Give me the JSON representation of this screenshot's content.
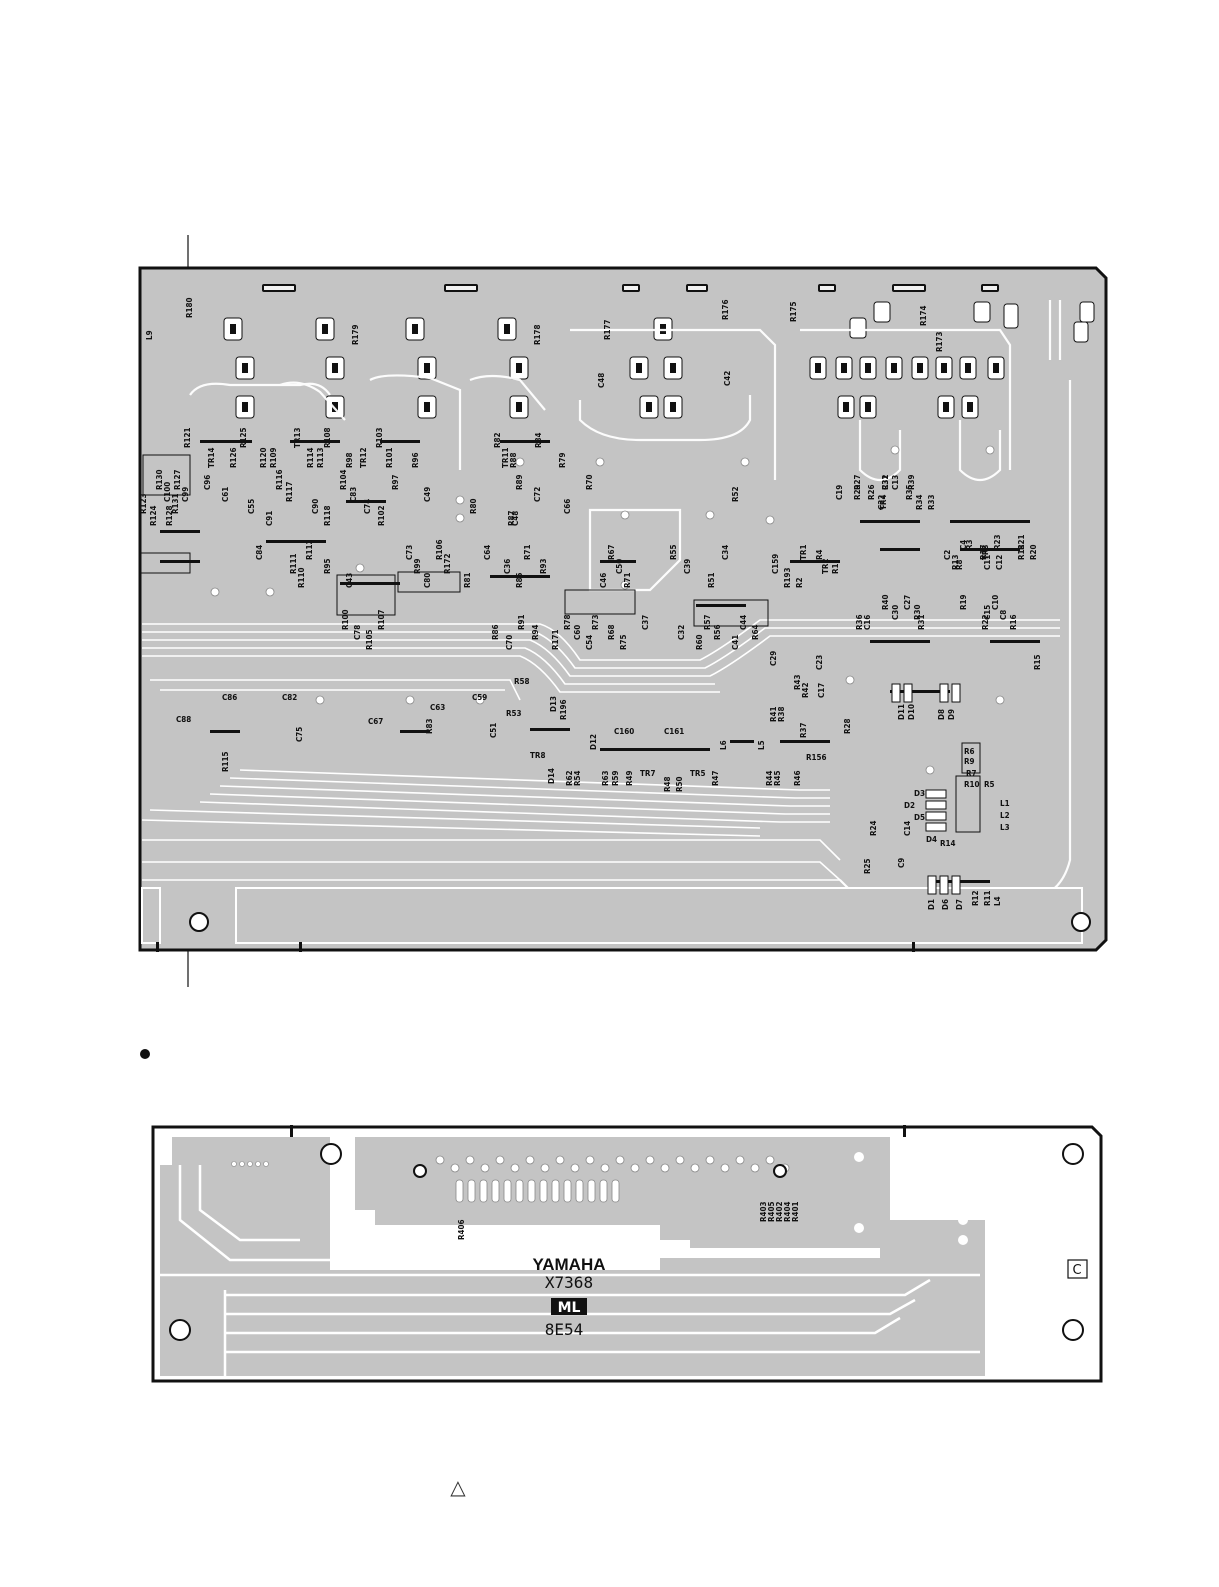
{
  "main_board": {
    "labels_top": [
      "L9",
      "R180",
      "R179",
      "R178",
      "R177",
      "R176",
      "R175",
      "R174",
      "R173"
    ],
    "labels_caps": [
      "C48",
      "C42"
    ],
    "labels_row_a": [
      "R121",
      "TR14",
      "R126",
      "R125",
      "R120",
      "R109",
      "TR13",
      "R114",
      "R113",
      "R108",
      "R98",
      "TR12",
      "R103",
      "R101",
      "R96",
      "R82",
      "TR11",
      "R88",
      "R84",
      "R79"
    ],
    "labels_row_b": [
      "R130",
      "C100",
      "R131",
      "R128",
      "R127",
      "C99",
      "R123",
      "R124",
      "C96",
      "C61",
      "C55",
      "C91",
      "R116",
      "R117",
      "C90",
      "R118",
      "R104",
      "C83",
      "C74",
      "R102",
      "R97",
      "C49",
      "R80",
      "R87",
      "R89",
      "C72",
      "C66",
      "C48",
      "R70",
      "R52"
    ],
    "labels_row_c": [
      "C84",
      "R111",
      "R110",
      "R112",
      "R95",
      "C43",
      "C73",
      "R99",
      "C80",
      "R106",
      "R172",
      "R81",
      "C64",
      "C36",
      "R85",
      "R71",
      "R93",
      "C46",
      "R67",
      "C50",
      "R71",
      "R55",
      "C39",
      "R51",
      "C34",
      "C159",
      "R193",
      "TR1",
      "TR2",
      "R2",
      "R4",
      "R1"
    ],
    "labels_row_d": [
      "R100",
      "C78",
      "R105",
      "R107",
      "R86",
      "C70",
      "R91",
      "R94",
      "R171",
      "R78",
      "C60",
      "C54",
      "R73",
      "R68",
      "R75",
      "C37",
      "C32",
      "R60",
      "R57",
      "R56",
      "C41",
      "C44",
      "R64"
    ],
    "labels_right": [
      "R32",
      "R29",
      "C22",
      "R39",
      "C19",
      "R33",
      "C31",
      "R35",
      "R34",
      "R27",
      "R26",
      "TR4",
      "C13",
      "C2",
      "R13",
      "C4",
      "R17",
      "C11",
      "R23",
      "R18",
      "R8",
      "R3",
      "TR3",
      "C12",
      "R21",
      "R20",
      "C16",
      "C27",
      "R30",
      "R36",
      "R40",
      "C30",
      "R31",
      "R19",
      "C15",
      "R22",
      "C10",
      "C8",
      "R16",
      "R15"
    ],
    "labels_lower": [
      "C86",
      "C82",
      "C88",
      "R115",
      "C75",
      "C67",
      "C63",
      "R83",
      "C59",
      "C51",
      "R58",
      "R53",
      "D13",
      "R196",
      "TR8",
      "D14",
      "R62",
      "R54",
      "D12",
      "C160",
      "R63",
      "R59",
      "R49",
      "TR7",
      "C161",
      "R48",
      "R50",
      "TR5",
      "R47",
      "L6",
      "L5",
      "C29",
      "C23",
      "R43",
      "R42",
      "C17",
      "R41",
      "R38",
      "R37",
      "R28",
      "R44",
      "R45",
      "R46",
      "R156",
      "D11",
      "D10",
      "D8",
      "D9"
    ],
    "labels_corner": [
      "R6",
      "R9",
      "R7",
      "R10",
      "D3",
      "R5",
      "D2",
      "D5",
      "L1",
      "L2",
      "L3",
      "R24",
      "C14",
      "D4",
      "R14",
      "R25",
      "C9",
      "D1",
      "D6",
      "D7",
      "R12",
      "R11",
      "L4"
    ]
  },
  "sub_board": {
    "brand": "YAMAHA",
    "part_code": "X7368",
    "badge": "ML",
    "lot_code": "8E54",
    "corner_mark": "C",
    "labels": [
      "R406",
      "R403",
      "R405",
      "R402",
      "R404",
      "R401"
    ]
  },
  "footer": {
    "triangle_symbol": "△"
  }
}
